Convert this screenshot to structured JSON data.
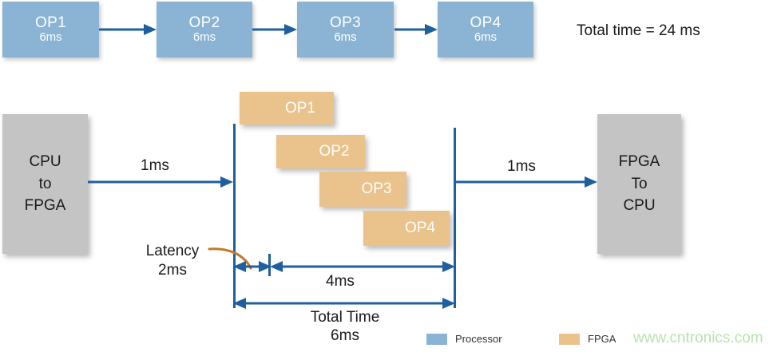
{
  "colors": {
    "processor_blue": "#8ab3d4",
    "fpga_orange": "#eac28b",
    "arrow_blue": "#1f5fa0",
    "gray_block": "#c4c4c4",
    "watermark_green": "#b9e2ae",
    "text_dark": "#1a1a1a"
  },
  "sequential": {
    "steps": [
      {
        "name": "OP1",
        "duration": "6ms"
      },
      {
        "name": "OP2",
        "duration": "6ms"
      },
      {
        "name": "OP3",
        "duration": "6ms"
      },
      {
        "name": "OP4",
        "duration": "6ms"
      }
    ],
    "total_label": "Total time = 24 ms"
  },
  "pipelined": {
    "source_block": {
      "line1": "CPU",
      "line2": "to",
      "line3": "FPGA"
    },
    "sink_block": {
      "line1": "FPGA",
      "line2": "To",
      "line3": "CPU"
    },
    "transfer_in_label": "1ms",
    "transfer_out_label": "1ms",
    "ops": [
      {
        "name": "OP1"
      },
      {
        "name": "OP2"
      },
      {
        "name": "OP3"
      },
      {
        "name": "OP4"
      }
    ],
    "latency": {
      "line1": "Latency",
      "line2": "2ms"
    },
    "throughput_label": "4ms",
    "total_time": {
      "line1": "Total Time",
      "line2": "6ms"
    }
  },
  "legend": {
    "items": [
      {
        "label": "Processor",
        "color": "#8ab3d4"
      },
      {
        "label": "FPGA",
        "color": "#eac28b"
      }
    ]
  },
  "watermark": "www.cntronics.com"
}
